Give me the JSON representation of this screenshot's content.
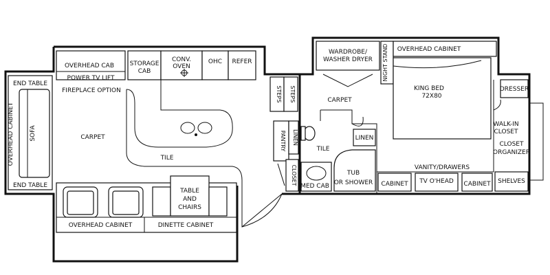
{
  "labels": {
    "overhead_cab": "OVERHEAD CAB",
    "power_tv_lift": "POWER TV LIFT",
    "fireplace_option": "FIREPLACE OPTION",
    "storage_cab": "STORAGE CAB",
    "conv_oven": "CONV. OVEN",
    "ohc": "OHC",
    "refer": "REFER",
    "end_table_top": "END TABLE",
    "end_table_bottom": "END TABLE",
    "overhead_cabinet_left": "OVERHEAD CABINET",
    "sofa": "SOFA",
    "carpet_living": "CARPET",
    "tile_kitchen": "TILE",
    "table_and_chairs": "TABLE AND CHAIRS",
    "overhead_cabinet_bottom": "OVERHEAD CABINET",
    "dinette_cabinet": "DINETTE CABINET",
    "steps_1": "STEPS",
    "steps_2": "STEPS",
    "pantry": "PANTRY",
    "linen_closet": "LINEN",
    "closet": "CLOSET",
    "carpet_bedroom": "CARPET",
    "tile_bath": "TILE",
    "linen": "LINEN",
    "med_cab": "MED CAB",
    "tub_or_shower": "TUB OR SHOWER",
    "wardrobe_washer_dryer": "WARDROBE/ WASHER DRYER",
    "night_stand": "NIGHT STAND",
    "overhead_cabinet_bed": "OVERHEAD CABINET",
    "king_bed": "KING BED",
    "king_bed_size": "72X80",
    "dresser": "DRESSER",
    "walk_in_closet": "WALK-IN CLOSET",
    "closet_organizer": "CLOSET ORGANIZER",
    "vanity_drawers": "VANITY/DRAWERS",
    "cabinet_1": "CABINET",
    "tv_ohead": "TV O'HEAD",
    "cabinet_2": "CABINET",
    "shelves": "SHELVES"
  }
}
